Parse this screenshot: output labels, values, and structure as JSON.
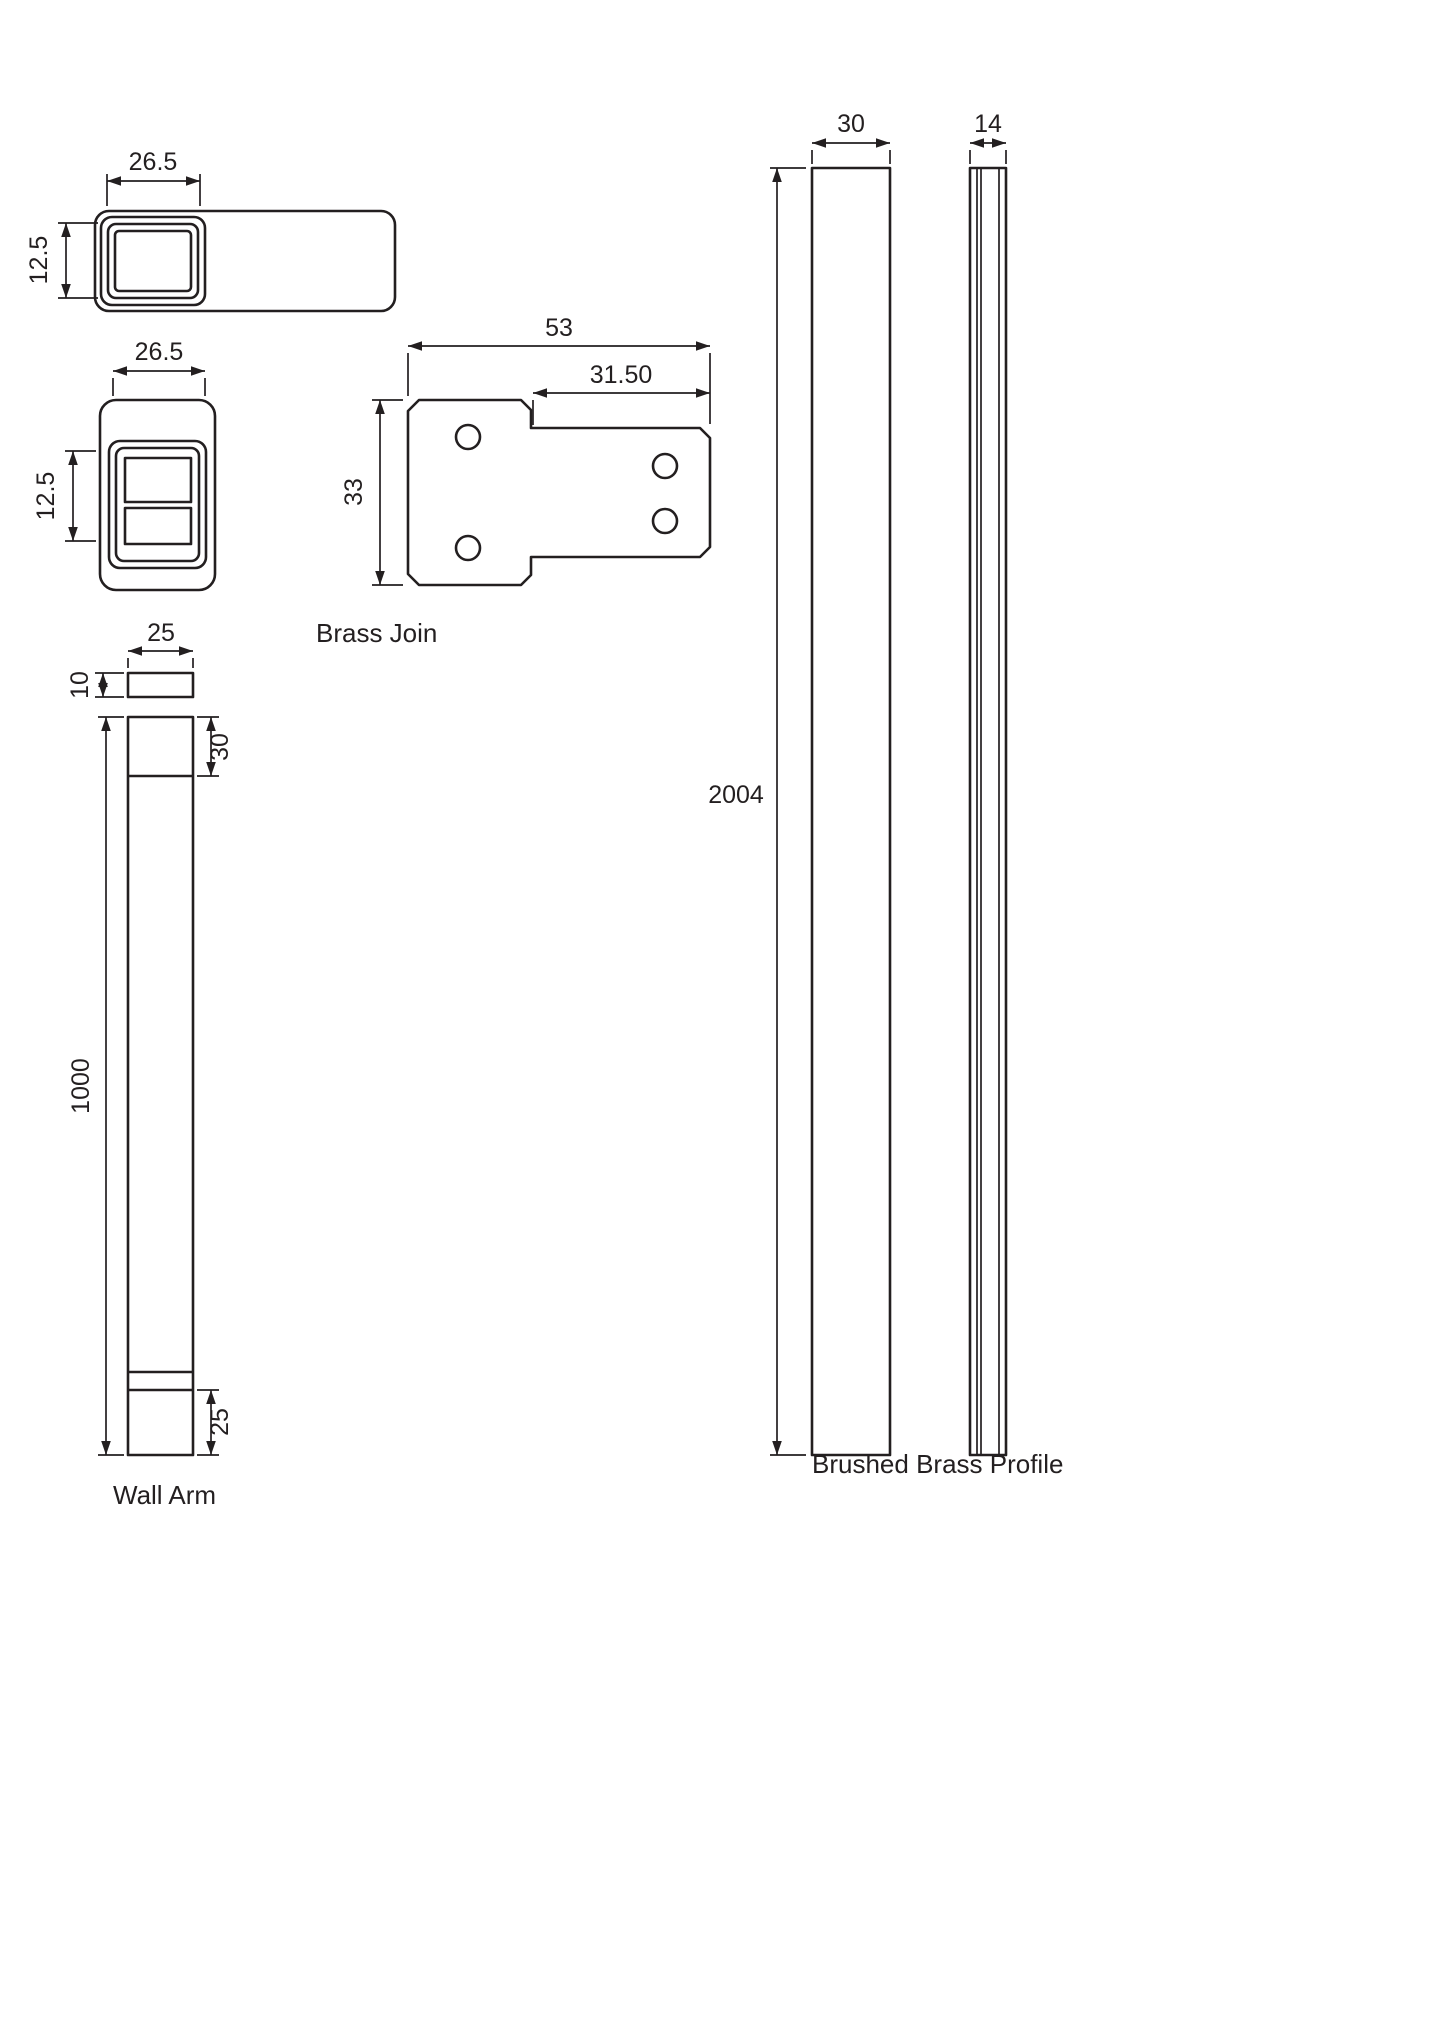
{
  "drawing": {
    "bg_color": "#ffffff",
    "ink_color": "#231f20",
    "arm_end_side": {
      "width": "26.5",
      "height": "12.5"
    },
    "arm_end_front": {
      "width": "26.5",
      "height": "12.5"
    },
    "brass_join": {
      "label": "Brass Join",
      "overall_width": "53",
      "tab_width": "31.50",
      "height": "33"
    },
    "wall_arm": {
      "label": "Wall Arm",
      "cap_width": "25",
      "cap_height": "10",
      "head_length": "30",
      "length": "1000",
      "foot_length": "25"
    },
    "brass_profile": {
      "label": "Brushed Brass Profile",
      "face_width": "30",
      "edge_width": "14",
      "length": "2004"
    }
  }
}
